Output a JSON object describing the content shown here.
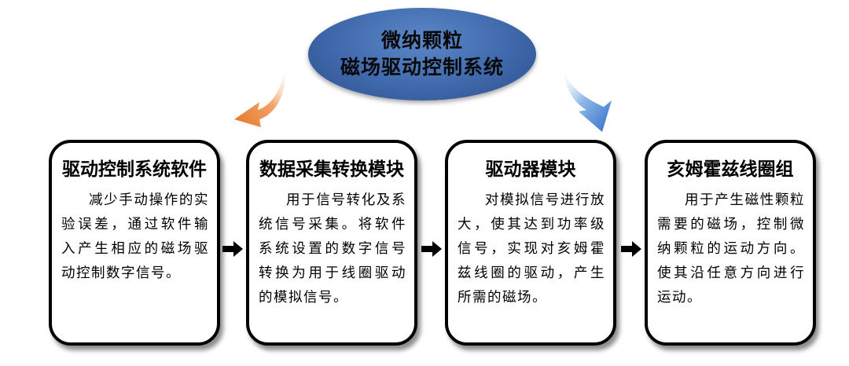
{
  "title": {
    "line1": "微纳颗粒",
    "line2": "磁场驱动控制系统"
  },
  "colors": {
    "ellipse": "#3f69ac",
    "left_arrow": "#e9833a",
    "right_arrow": "#4a86d4"
  },
  "cards": [
    {
      "title": "驱动控制系统软件",
      "body": "减少手动操作的实验误差，通过软件输入产生相应的磁场驱动控制数字信号。"
    },
    {
      "title": "数据采集转换模块",
      "body": "用于信号转化及系统信号采集。将软件系统设置的数字信号转换为用于线圈驱动的模拟信号。"
    },
    {
      "title": "驱动器模块",
      "body": "对模拟信号进行放大，使其达到功率级信号，实现对亥姆霍兹线圈的驱动，产生所需的磁场。"
    },
    {
      "title": "亥姆霍兹线圈组",
      "body": "用于产生磁性颗粒需要的磁场，控制微纳颗粒的运动方向。使其沿任意方向进行运动。"
    }
  ]
}
